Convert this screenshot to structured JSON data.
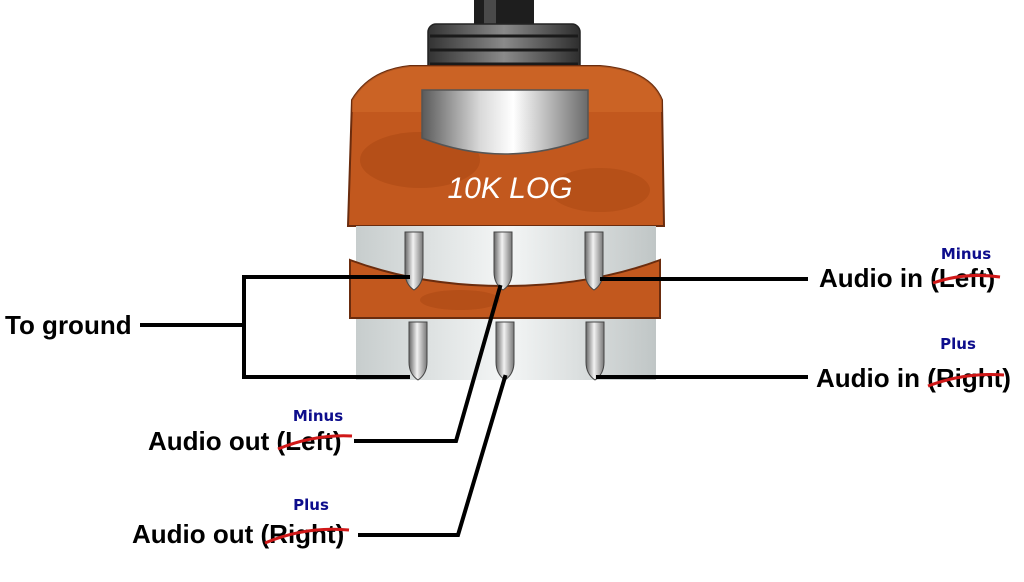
{
  "component": {
    "label": "10K LOG",
    "board_color": "#c2581e",
    "body_color": "#e9ecec"
  },
  "labels": {
    "to_ground": "To ground",
    "audio_in_left": {
      "prefix": "Audio in ",
      "struck": "(Left",
      "suffix": ")",
      "note": "Minus"
    },
    "audio_in_right": {
      "prefix": "Audio in ",
      "struck": "(Right",
      "suffix": ")",
      "note": "Plus"
    },
    "audio_out_left": {
      "prefix": "Audio out ",
      "struck": "(Left",
      "suffix": ")",
      "note": "Minus"
    },
    "audio_out_right": {
      "prefix": "Audio out ",
      "struck": "(Right",
      "suffix": ")",
      "note": "Plus"
    }
  },
  "colors": {
    "note": "#0d0d8c",
    "strike": "#d01818",
    "wire": "#000000"
  }
}
